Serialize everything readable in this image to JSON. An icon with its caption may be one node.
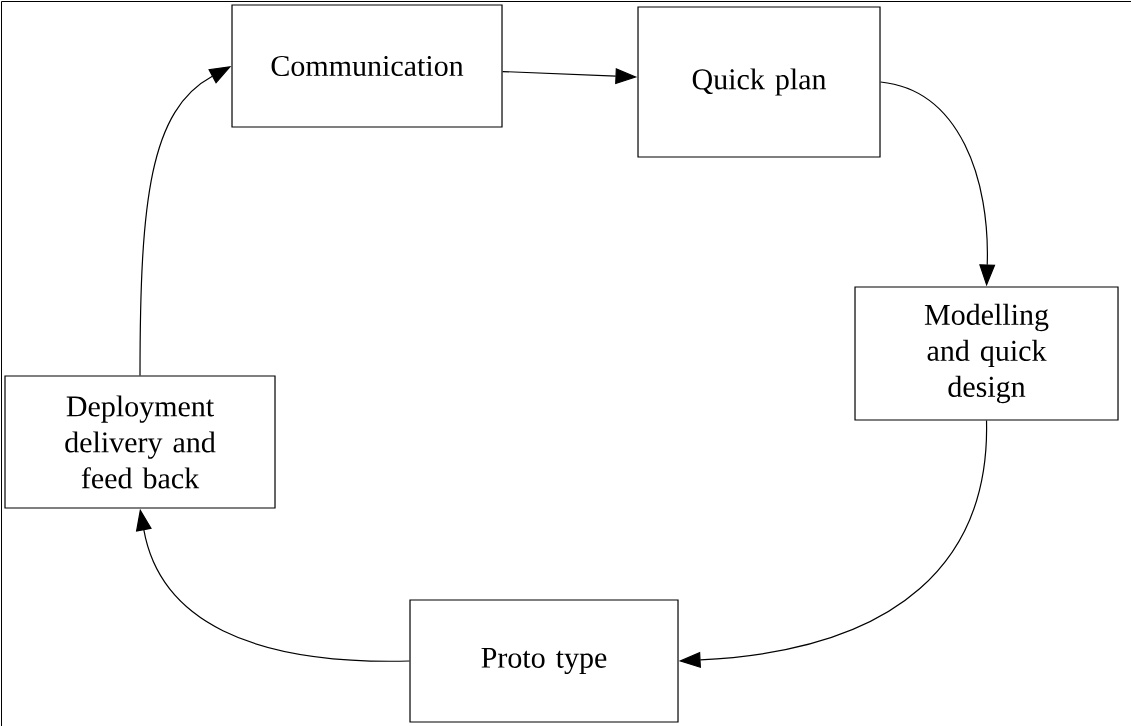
{
  "diagram": {
    "nodes": [
      {
        "text": [
          "Communication"
        ]
      },
      {
        "text": [
          "Quick plan"
        ]
      },
      {
        "text": [
          "Modelling and quick design"
        ]
      },
      {
        "text": [
          "Proto type"
        ]
      },
      {
        "text": [
          "Deployment delivery and feed back"
        ]
      }
    ],
    "edges": [
      {
        "from": 0,
        "to": 1,
        "arrow": "to"
      },
      {
        "from": 1,
        "to": 2,
        "arrow": "to"
      },
      {
        "from": 2,
        "to": 3,
        "arrow": "to"
      },
      {
        "from": 3,
        "to": 4,
        "arrow": "to"
      },
      {
        "from": 4,
        "to": 0,
        "arrow": "to"
      }
    ]
  }
}
